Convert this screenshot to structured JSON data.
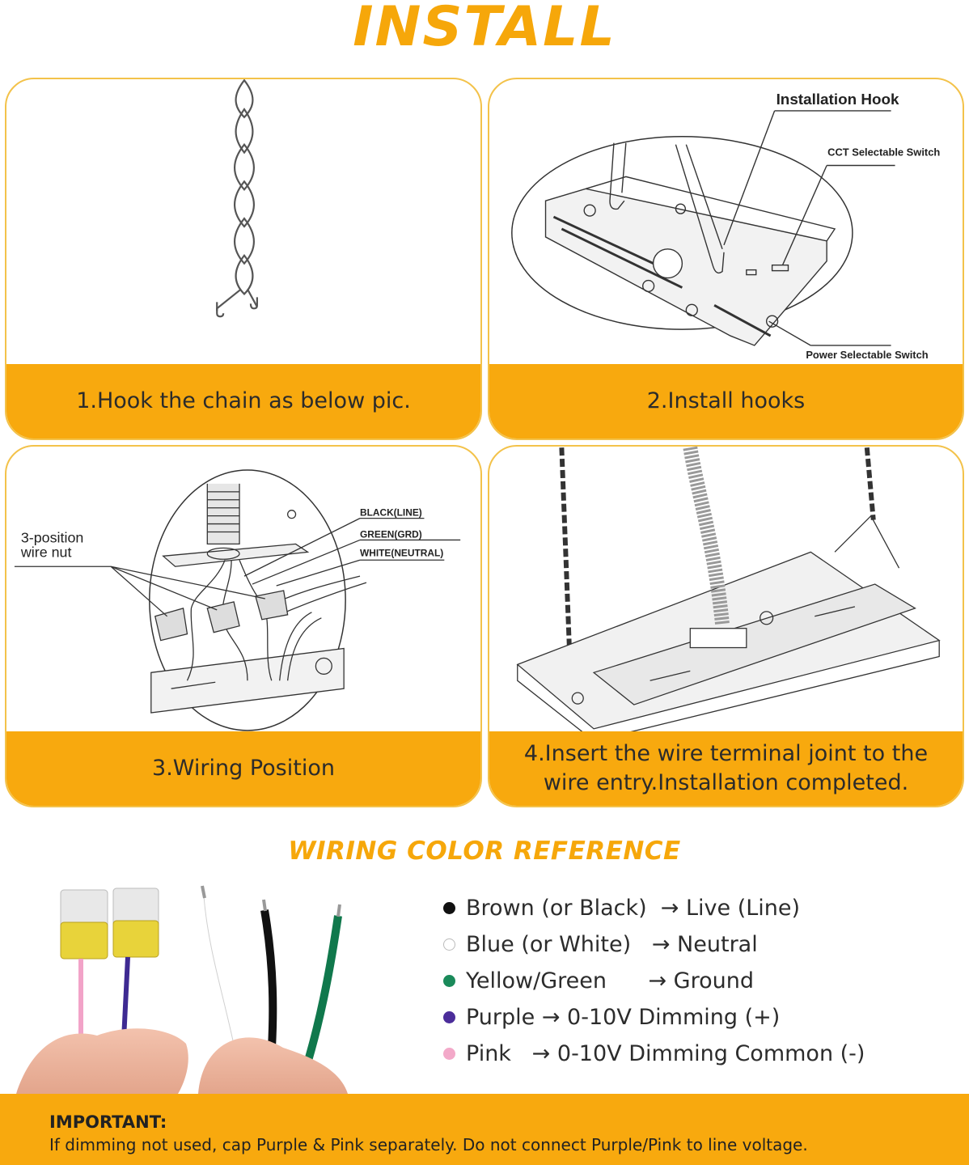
{
  "title": "INSTALL",
  "steps": [
    {
      "caption_lines": [
        "1.Hook the chain as below pic."
      ]
    },
    {
      "caption_lines": [
        "2.Install hooks"
      ],
      "labels": {
        "hook": "Installation Hook",
        "cct": "CCT Selectable Switch",
        "power": "Power Selectable  Switch"
      }
    },
    {
      "caption_lines": [
        "3.Wiring Position"
      ],
      "labels": {
        "nut_line1": "3-position",
        "nut_line2": "wire nut",
        "black": "BLACK(LINE)",
        "green": "GREEN(GRD)",
        "white": "WHITE(NEUTRAL)"
      }
    },
    {
      "caption_lines": [
        "4.Insert the wire terminal joint to the",
        "wire entry.Installation completed."
      ]
    }
  ],
  "wiring": {
    "title": "WIRING COLOR REFERENCE",
    "items": [
      {
        "color": "#111111",
        "label": "Brown (or Black)  → Live (Line)"
      },
      {
        "color": "#ffffff",
        "label": "Blue (or White)   → Neutral"
      },
      {
        "color": "#1a8a5a",
        "label": "Yellow/Green      → Ground"
      },
      {
        "color": "#4b2d9a",
        "label": "Purple → 0-10V Dimming (+)"
      },
      {
        "color": "#f3a9c9",
        "label": "Pink   → 0-10V Dimming Common (-)"
      }
    ]
  },
  "important": {
    "heading": "IMPORTANT:",
    "text": "If dimming not used, cap Purple & Pink separately. Do not connect Purple/Pink to line voltage."
  },
  "colors": {
    "accent": "#f8a90e",
    "title": "#f6a70a",
    "border": "#f3c24a"
  }
}
